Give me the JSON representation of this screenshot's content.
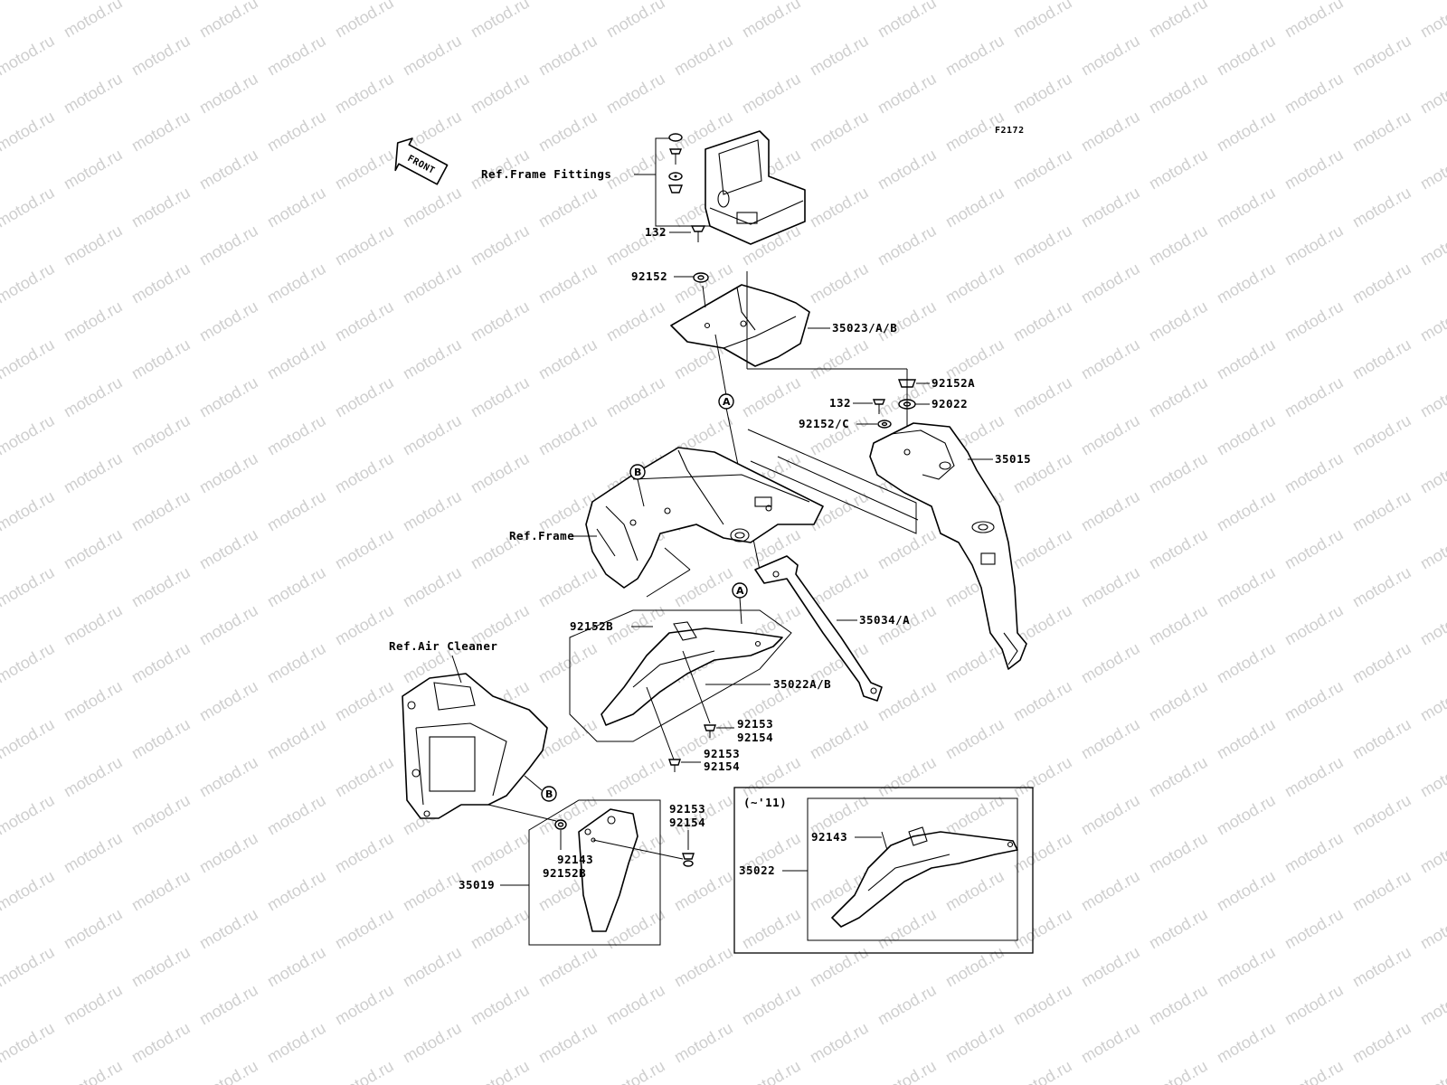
{
  "figure_code": "F2172",
  "watermark": "motod.ru",
  "front_arrow": "FRONT",
  "inset_title": "(~'11)",
  "labels": {
    "ref_frame_fittings": "Ref.Frame Fittings",
    "p132_top": "132",
    "p92152_top": "92152",
    "p35023": "35023/A/B",
    "p92152A": "92152A",
    "p132_mid": "132",
    "p92022": "92022",
    "p92152C": "92152/C",
    "p35015": "35015",
    "ref_frame": "Ref.Frame",
    "p35034": "35034/A",
    "p92152B": "92152B",
    "p35022AB": "35022A/B",
    "ref_air_cleaner": "Ref.Air Cleaner",
    "p92153_a": "92153",
    "p92154_a": "92154",
    "p92153_b": "92153",
    "p92154_b": "92154",
    "p92153_c": "92153",
    "p92154_c": "92154",
    "p92143_a": "92143",
    "p92152B_b": "92152B",
    "p35019": "35019",
    "p92143_b": "92143",
    "p35022": "35022"
  },
  "callouts": {
    "a1": "A",
    "a2": "A",
    "b1": "B",
    "b2": "B"
  }
}
